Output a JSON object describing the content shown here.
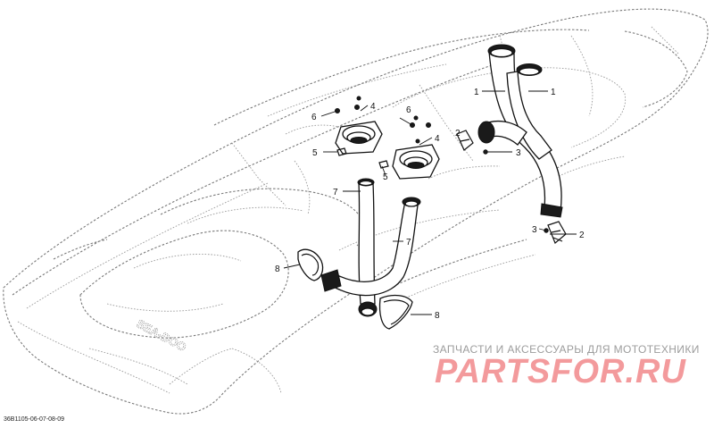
{
  "figure_code": "36B1105-06-07-08-09",
  "watermark": {
    "caption": "ЗАПЧАСТИ И АКСЕССУАРЫ ДЛЯ МОТОТЕХНИКИ",
    "brand": "PARTSFOR.RU"
  },
  "hull_print": "SEA-DOO",
  "callouts": [
    {
      "id": "c1a",
      "label": "1"
    },
    {
      "id": "c1b",
      "label": "1"
    },
    {
      "id": "c2a",
      "label": "2"
    },
    {
      "id": "c2b",
      "label": "2"
    },
    {
      "id": "c3a",
      "label": "3"
    },
    {
      "id": "c3b",
      "label": "3"
    },
    {
      "id": "c4a",
      "label": "4"
    },
    {
      "id": "c4b",
      "label": "4"
    },
    {
      "id": "c5a",
      "label": "5"
    },
    {
      "id": "c5b",
      "label": "5"
    },
    {
      "id": "c6a",
      "label": "6"
    },
    {
      "id": "c6b",
      "label": "6"
    },
    {
      "id": "c7a",
      "label": "7"
    },
    {
      "id": "c7b",
      "label": "7"
    },
    {
      "id": "c8a",
      "label": "8"
    },
    {
      "id": "c8b",
      "label": "8"
    }
  ],
  "colors": {
    "background": "#ffffff",
    "line": "#111111",
    "hull_dashes": "#7a7a7a",
    "watermark_brand": "#f39a9c",
    "watermark_caption": "#9c9c9c"
  }
}
